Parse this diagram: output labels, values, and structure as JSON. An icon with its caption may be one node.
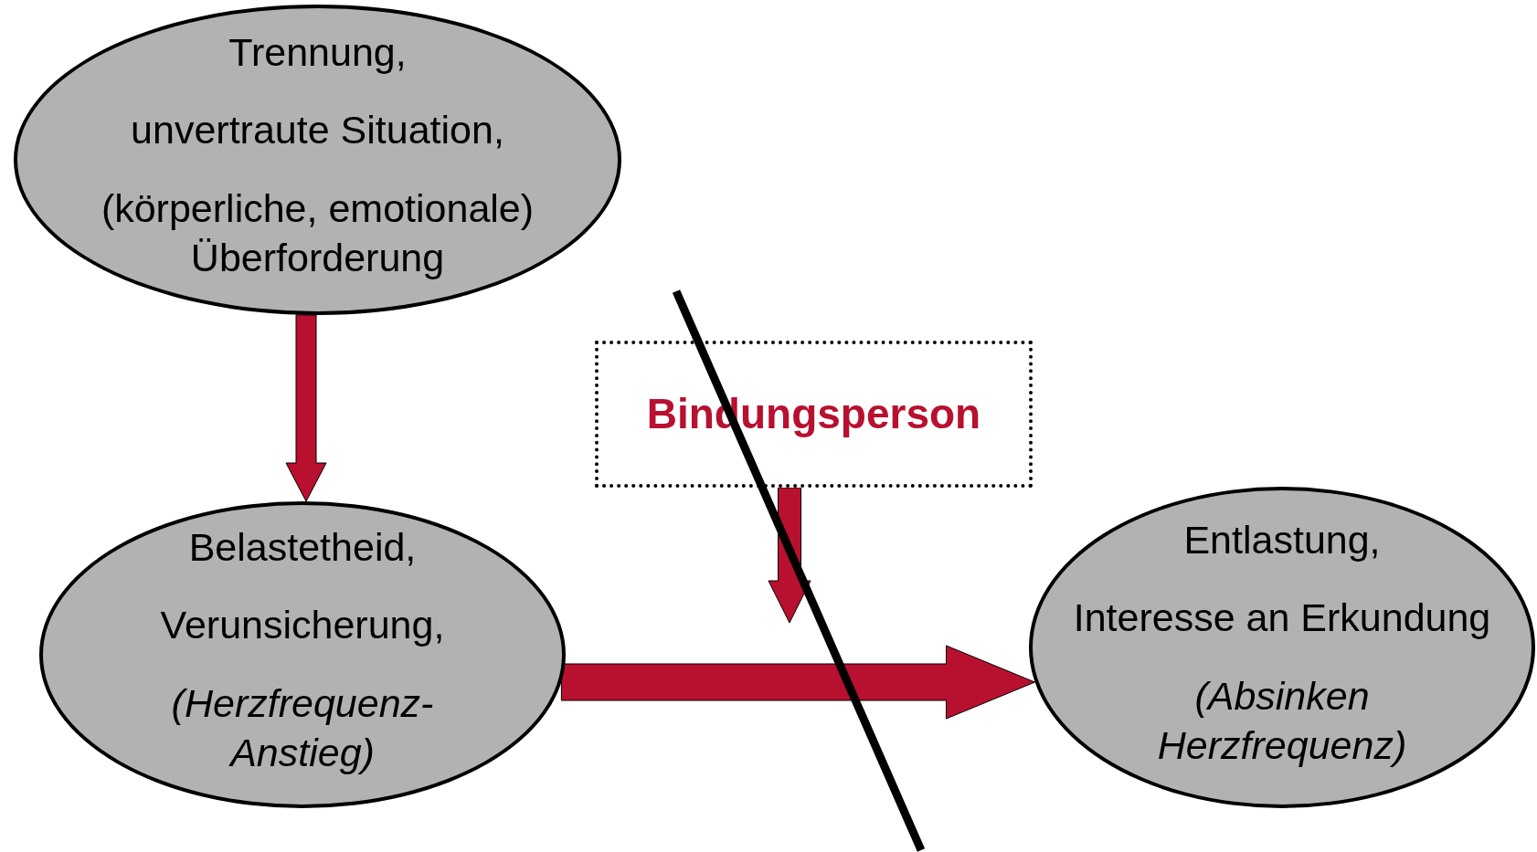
{
  "diagram": {
    "nodes": [
      {
        "text": [
          "Trennung,",
          "unvertraute Situation,",
          "(körperliche, emotionale) Überforderung"
        ]
      },
      {
        "text": [
          "Belastetheid,",
          "Verunsicherung,",
          "(Herzfrequenz- Anstieg)"
        ]
      },
      {
        "text": [
          "Bindungsperson"
        ]
      },
      {
        "text": [
          "Entlastung,",
          "Interesse an Erkundung",
          "(Absinken Herzfrequenz)"
        ]
      }
    ],
    "edges": [
      {
        "from": 0,
        "to": 1,
        "arrow": "to"
      },
      {
        "from": 1,
        "to": 3,
        "arrow": "to"
      },
      {
        "from": 2,
        "to": null,
        "arrow": "to"
      }
    ]
  }
}
